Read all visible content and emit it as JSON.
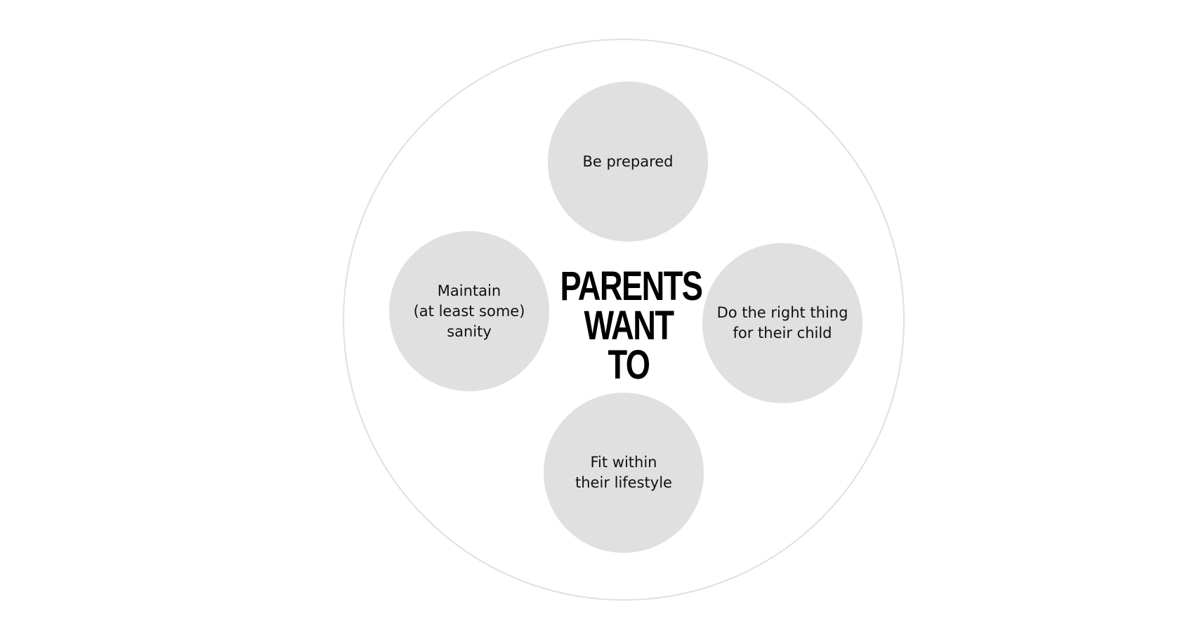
{
  "diagram": {
    "center_title": "PARENTS\nWANT TO",
    "nodes": [
      {
        "id": "top",
        "label": "Be prepared"
      },
      {
        "id": "left",
        "label": "Maintain\n(at least some)\nsanity"
      },
      {
        "id": "right",
        "label": "Do the right thing\nfor their child"
      },
      {
        "id": "bottom",
        "label": "Fit within\ntheir lifestyle"
      }
    ]
  },
  "colors": {
    "background": "#ffffff",
    "outer_ring": "#e0e0e0",
    "node_fill": "#e0e0e0",
    "node_text": "#111111",
    "title_text": "#000000"
  }
}
